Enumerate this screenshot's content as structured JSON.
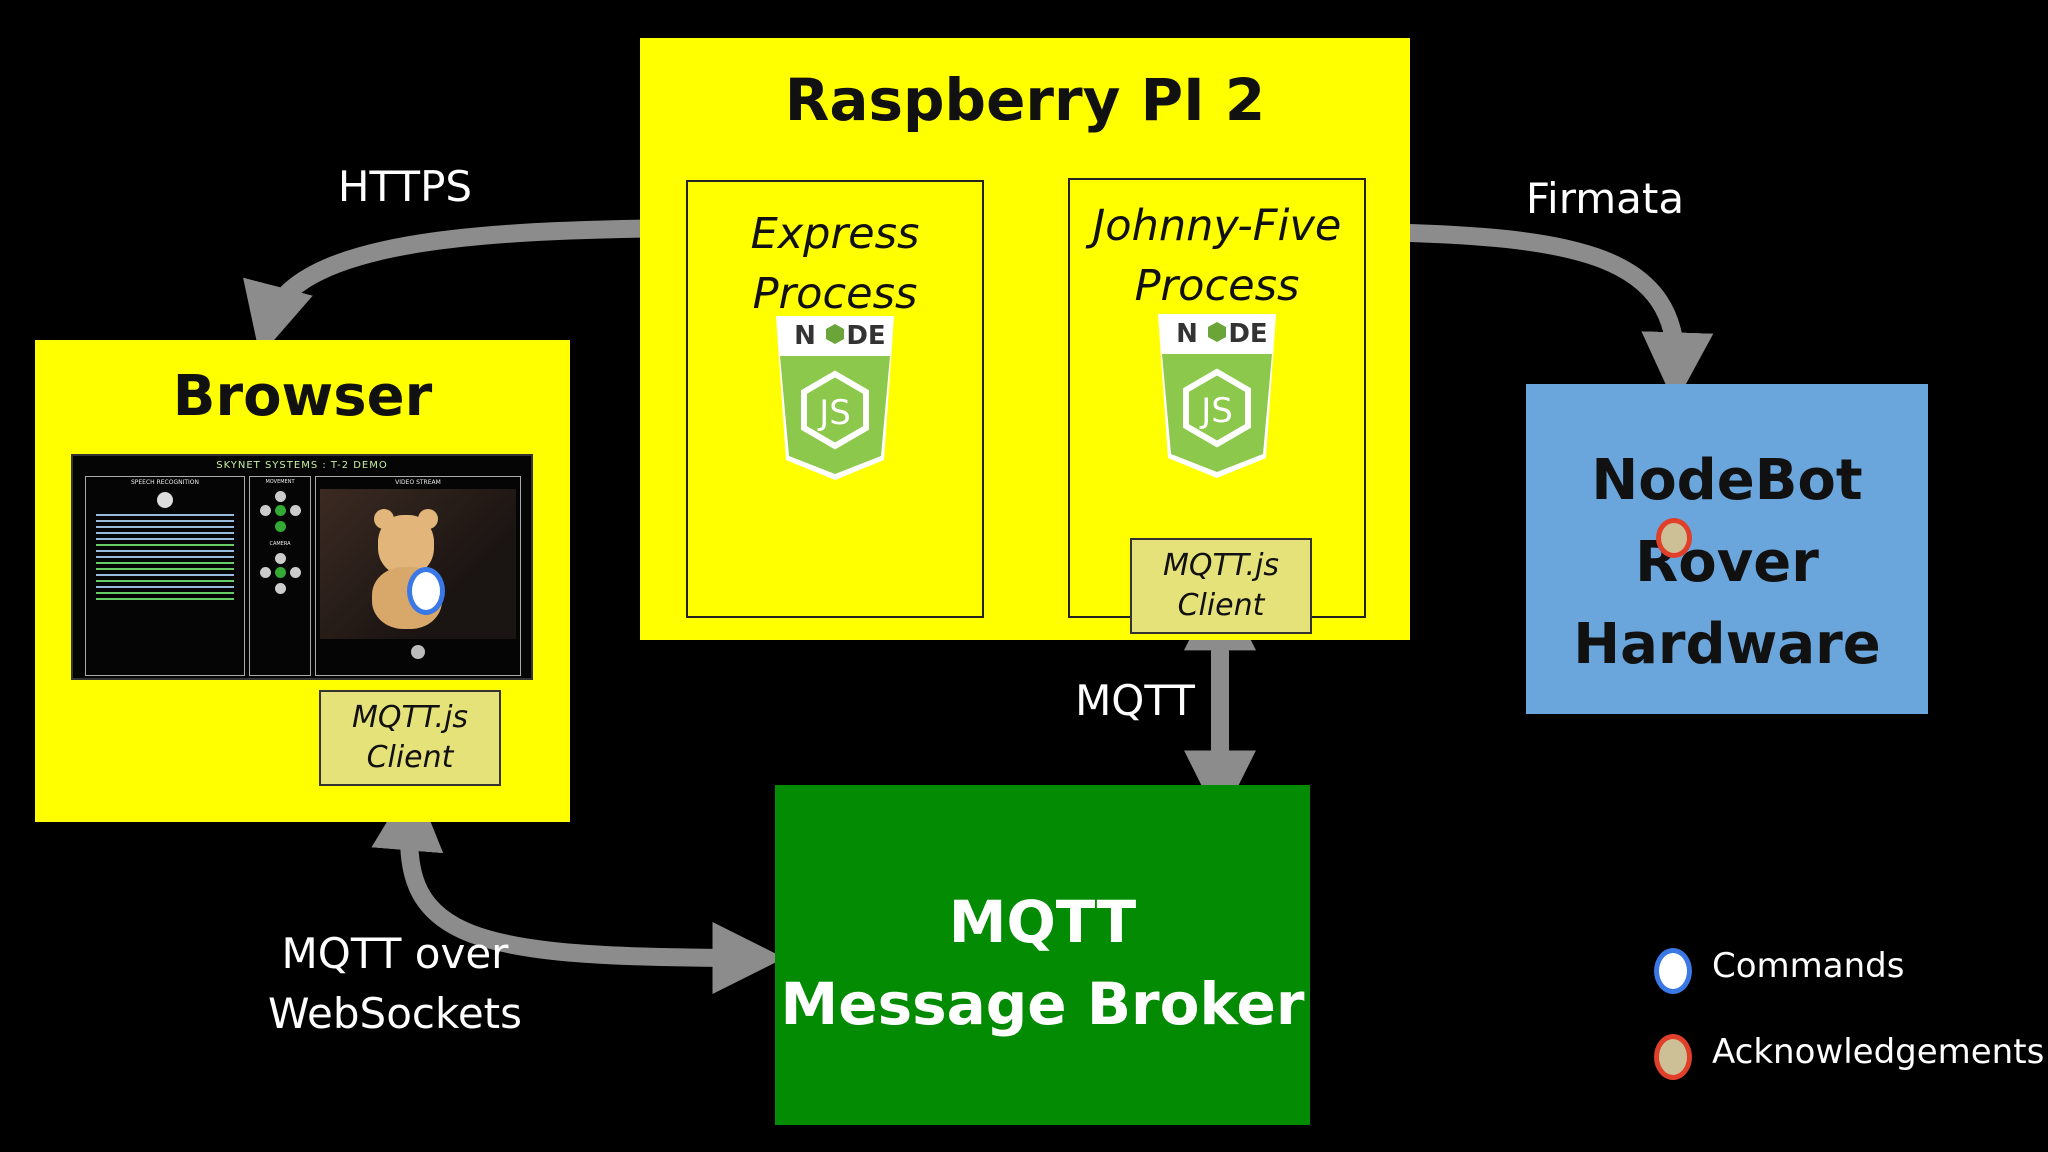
{
  "pi": {
    "title": "Raspberry PI 2"
  },
  "express": {
    "line1": "Express",
    "line2": "Process"
  },
  "johnny": {
    "line1": "Johnny-Five",
    "line2": "Process"
  },
  "node_logo": {
    "text_left": "N",
    "text_right": "DE",
    "js": "JS"
  },
  "mqtt_client": {
    "line1": "MQTT.js",
    "line2": "Client"
  },
  "browser": {
    "title": "Browser",
    "screen_title": "SKYNET SYSTEMS : T-2 DEMO",
    "panel_speech": "SPEECH RECOGNITION",
    "panel_movement": "MOVEMENT",
    "panel_camera": "CAMERA",
    "panel_video": "VIDEO STREAM"
  },
  "nodebot": {
    "line1": "NodeBot",
    "line2": "Rover",
    "line3": "Hardware"
  },
  "broker": {
    "line1": "MQTT",
    "line2": "Message Broker"
  },
  "edges": {
    "https": "HTTPS",
    "firmata": "Firmata",
    "mqtt": "MQTT",
    "ws_line1": "MQTT over",
    "ws_line2": "WebSockets"
  },
  "legend": {
    "commands": "Commands",
    "acknowledgements": "Acknowledgements"
  },
  "colors": {
    "pi_bg": "#ffff00",
    "browser_bg": "#ffff00",
    "nodebot_bg": "#6aa6dc",
    "broker_bg": "#038b03",
    "arrow": "#8c8c8c",
    "command_dot": "#3a78e6",
    "ack_dot": "#e0402a"
  }
}
